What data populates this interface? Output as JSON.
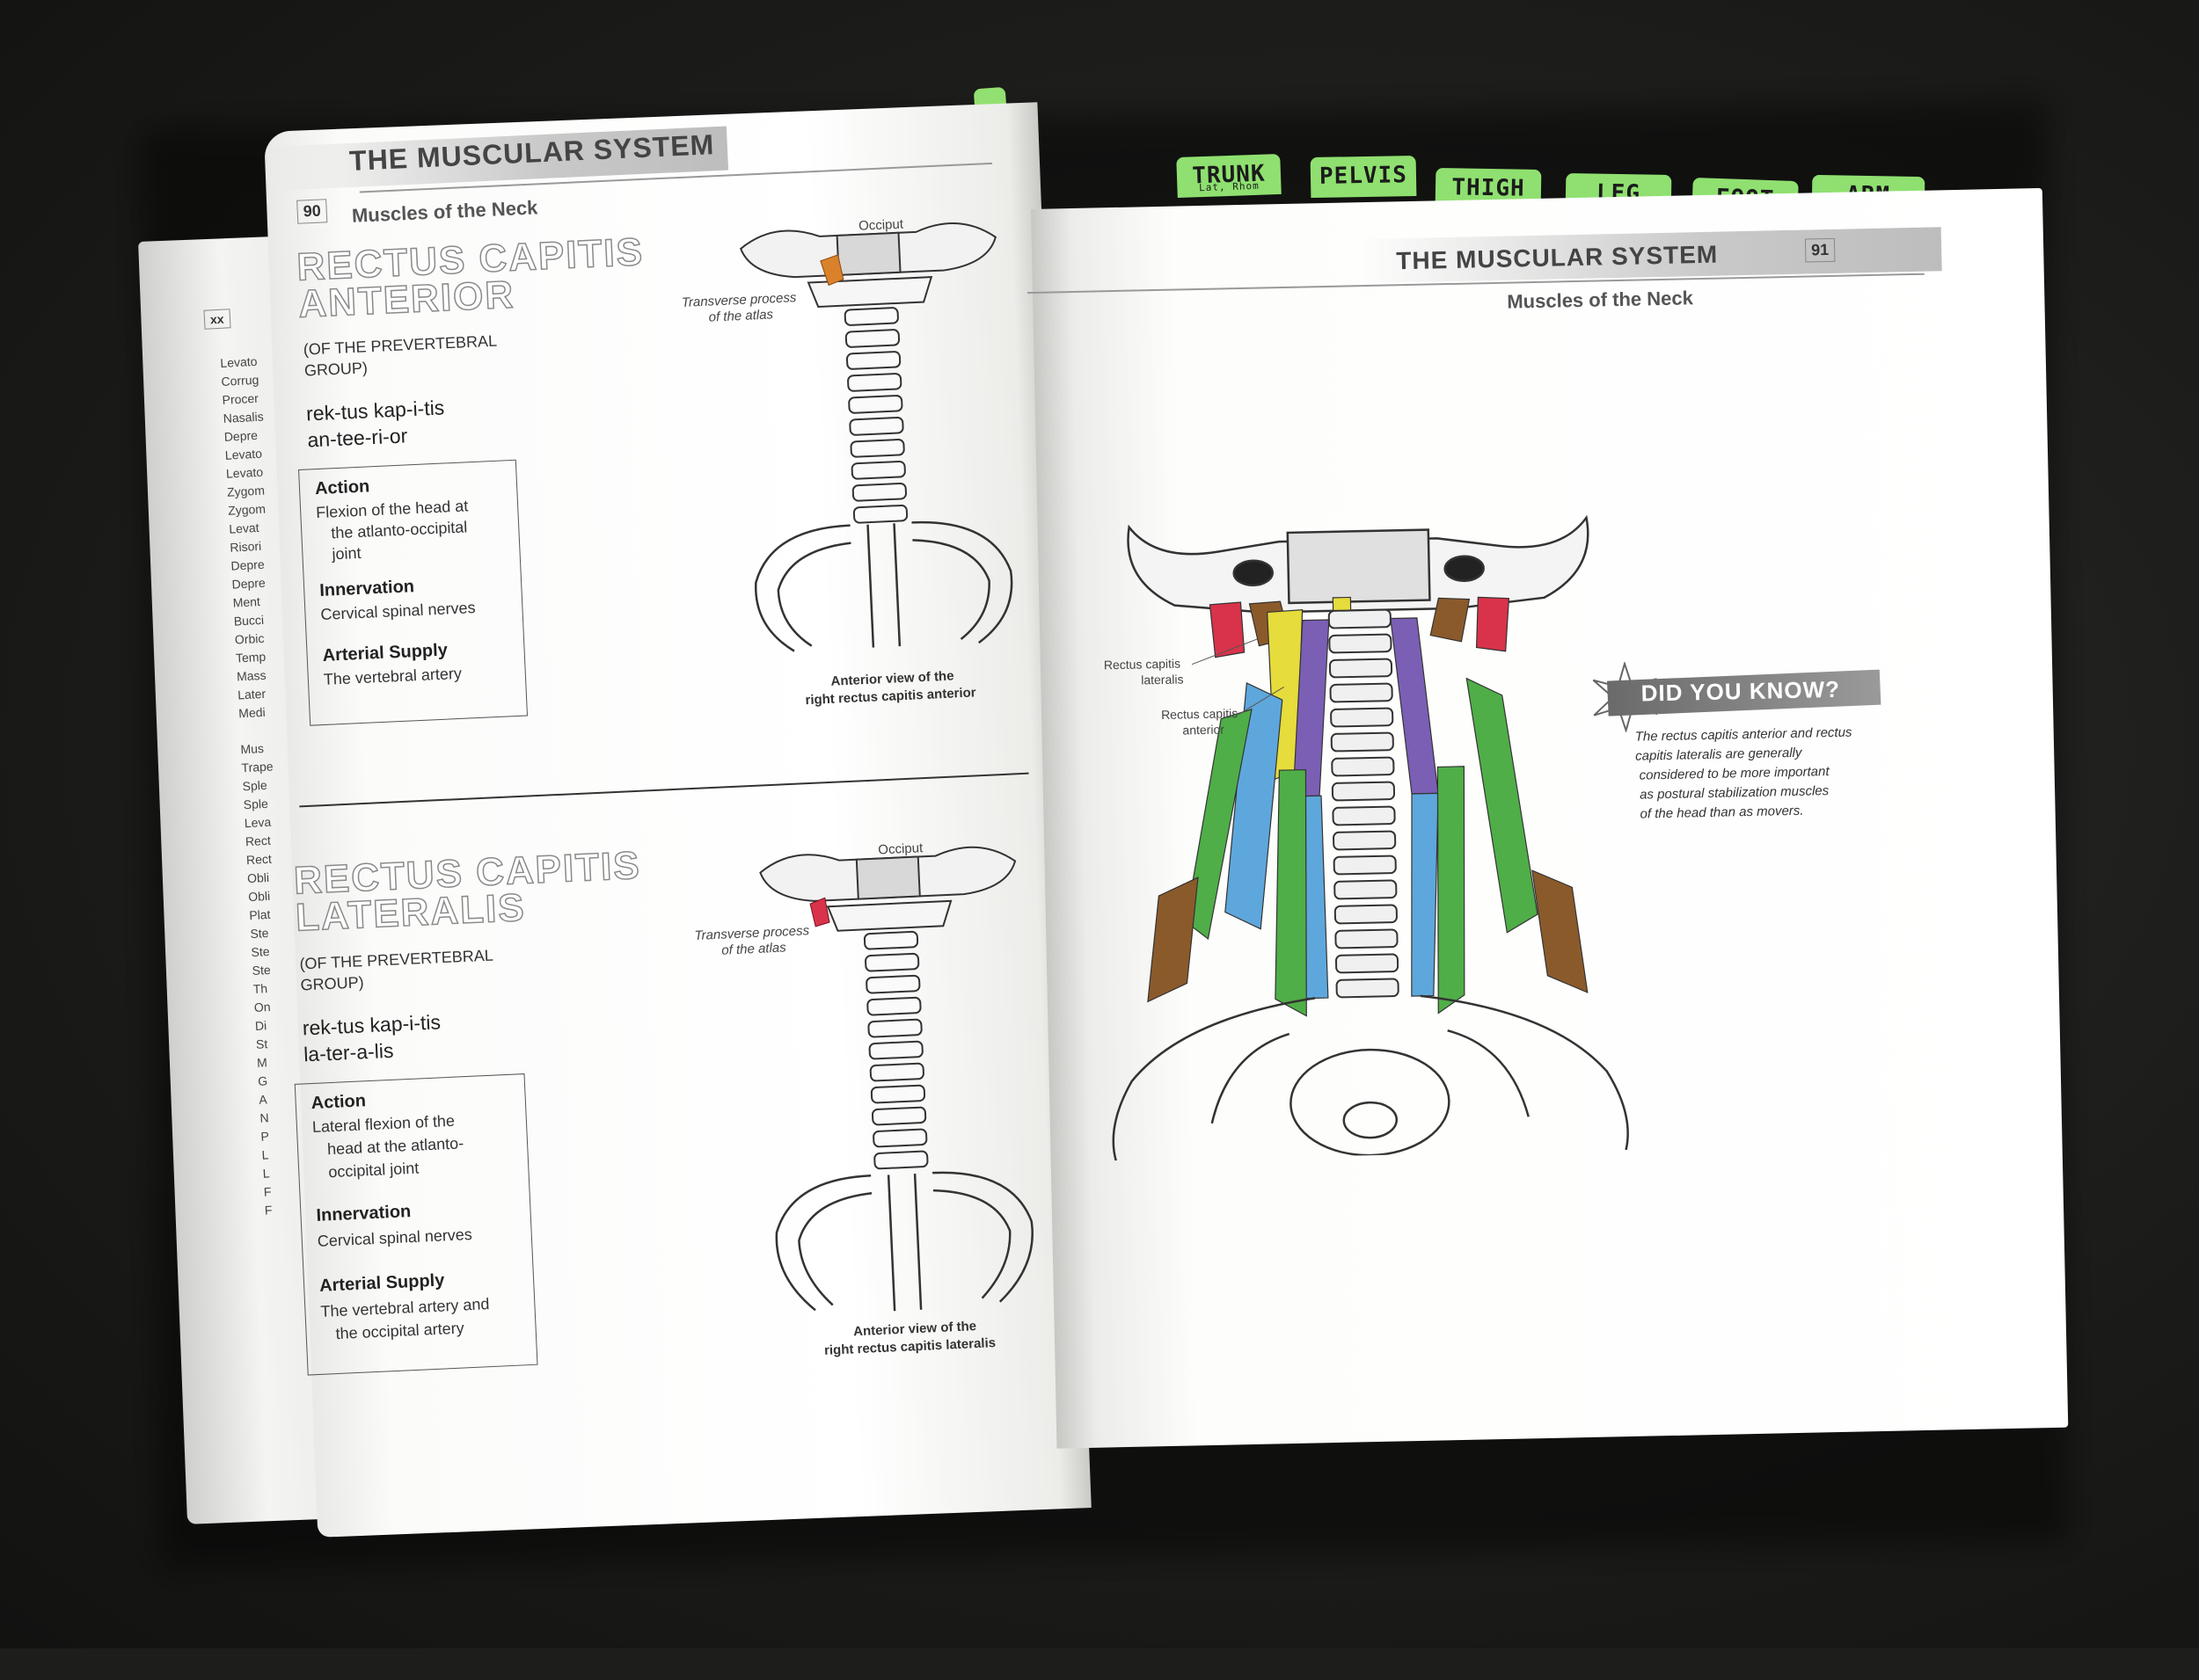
{
  "tabs": [
    {
      "label": "TRUNK",
      "sub": "Lat, Rhom"
    },
    {
      "label": "PELVIS"
    },
    {
      "label": "THIGH"
    },
    {
      "label": "LEG"
    },
    {
      "label": "FOOT"
    },
    {
      "label": "ARM"
    }
  ],
  "side_page": {
    "page_tag": "xx",
    "index_items": [
      "Levato",
      "Corrug",
      "Procer",
      "Nasalis",
      "Depre",
      "Levato",
      "Levato",
      "Zygom",
      "Zygom",
      "Levat",
      "Risori",
      "Depre",
      "Depre",
      "Ment",
      "Bucci",
      "Orbic",
      "Temp",
      "Mass",
      "Later",
      "Medi",
      "Mus",
      "Trape",
      "Sple",
      "Sple",
      "Leva",
      "Rect",
      "Rect",
      "Obli",
      "Obli",
      "Plat",
      "Ste",
      "Ste",
      "Ste",
      "Th",
      "On",
      "Di",
      "St",
      "M",
      "G",
      "A",
      "N",
      "P",
      "L",
      "L",
      "F",
      "F"
    ]
  },
  "left_page": {
    "page_number": "90",
    "header": "THE MUSCULAR SYSTEM",
    "subheader": "Muscles of the Neck",
    "muscles": [
      {
        "title_line1": "RECTUS CAPITIS",
        "title_line2": "ANTERIOR",
        "group_line1": "(OF THE PREVERTEBRAL",
        "group_line2": "GROUP)",
        "pron_line1": "rek-tus kap-i-tis",
        "pron_line2": "an-tee-ri-or",
        "action_label": "Action",
        "action_line1": "Flexion of the head at",
        "action_line2": "the atlanto-occipital",
        "action_line3": "joint",
        "innervation_label": "Innervation",
        "innervation": "Cervical spinal nerves",
        "arterial_label": "Arterial Supply",
        "arterial_line1": "The vertebral artery",
        "arterial_line2": "",
        "fig_label_occiput": "Occiput",
        "fig_label_tp1": "Transverse process",
        "fig_label_tp2": "of the atlas",
        "caption_line1": "Anterior view of the",
        "caption_line2": "right rectus capitis anterior"
      },
      {
        "title_line1": "RECTUS CAPITIS",
        "title_line2": "LATERALIS",
        "group_line1": "(OF THE PREVERTEBRAL",
        "group_line2": "GROUP)",
        "pron_line1": "rek-tus kap-i-tis",
        "pron_line2": "la-ter-a-lis",
        "action_label": "Action",
        "action_line1": "Lateral flexion of the",
        "action_line2": "head at the atlanto-",
        "action_line3": "occipital joint",
        "innervation_label": "Innervation",
        "innervation": "Cervical spinal nerves",
        "arterial_label": "Arterial Supply",
        "arterial_line1": "The vertebral artery and",
        "arterial_line2": "the occipital artery",
        "fig_label_occiput": "Occiput",
        "fig_label_tp1": "Transverse process",
        "fig_label_tp2": "of the atlas",
        "caption_line1": "Anterior view of the",
        "caption_line2": "right rectus capitis lateralis"
      }
    ]
  },
  "right_page": {
    "page_number": "91",
    "header": "THE MUSCULAR SYSTEM",
    "subheader": "Muscles of the Neck",
    "fig_labels": {
      "lateralis_1": "Rectus capitis",
      "lateralis_2": "lateralis",
      "anterior_1": "Rectus capitis",
      "anterior_2": "anterior"
    },
    "did_you_know": {
      "title": "DID YOU KNOW?",
      "lines": [
        "The rectus capitis anterior and rectus",
        "capitis lateralis are generally",
        "considered to be more important",
        "as postural stabilization muscles",
        "of the head than as movers."
      ]
    }
  },
  "colors": {
    "tab_green": "#8fe070",
    "muscle_red": "#d8334a",
    "muscle_brown": "#8b5a2b",
    "muscle_yellow": "#e6dc3c",
    "muscle_purple": "#7a5fb5",
    "muscle_blue": "#5ea7dc",
    "muscle_green": "#4fae48"
  }
}
